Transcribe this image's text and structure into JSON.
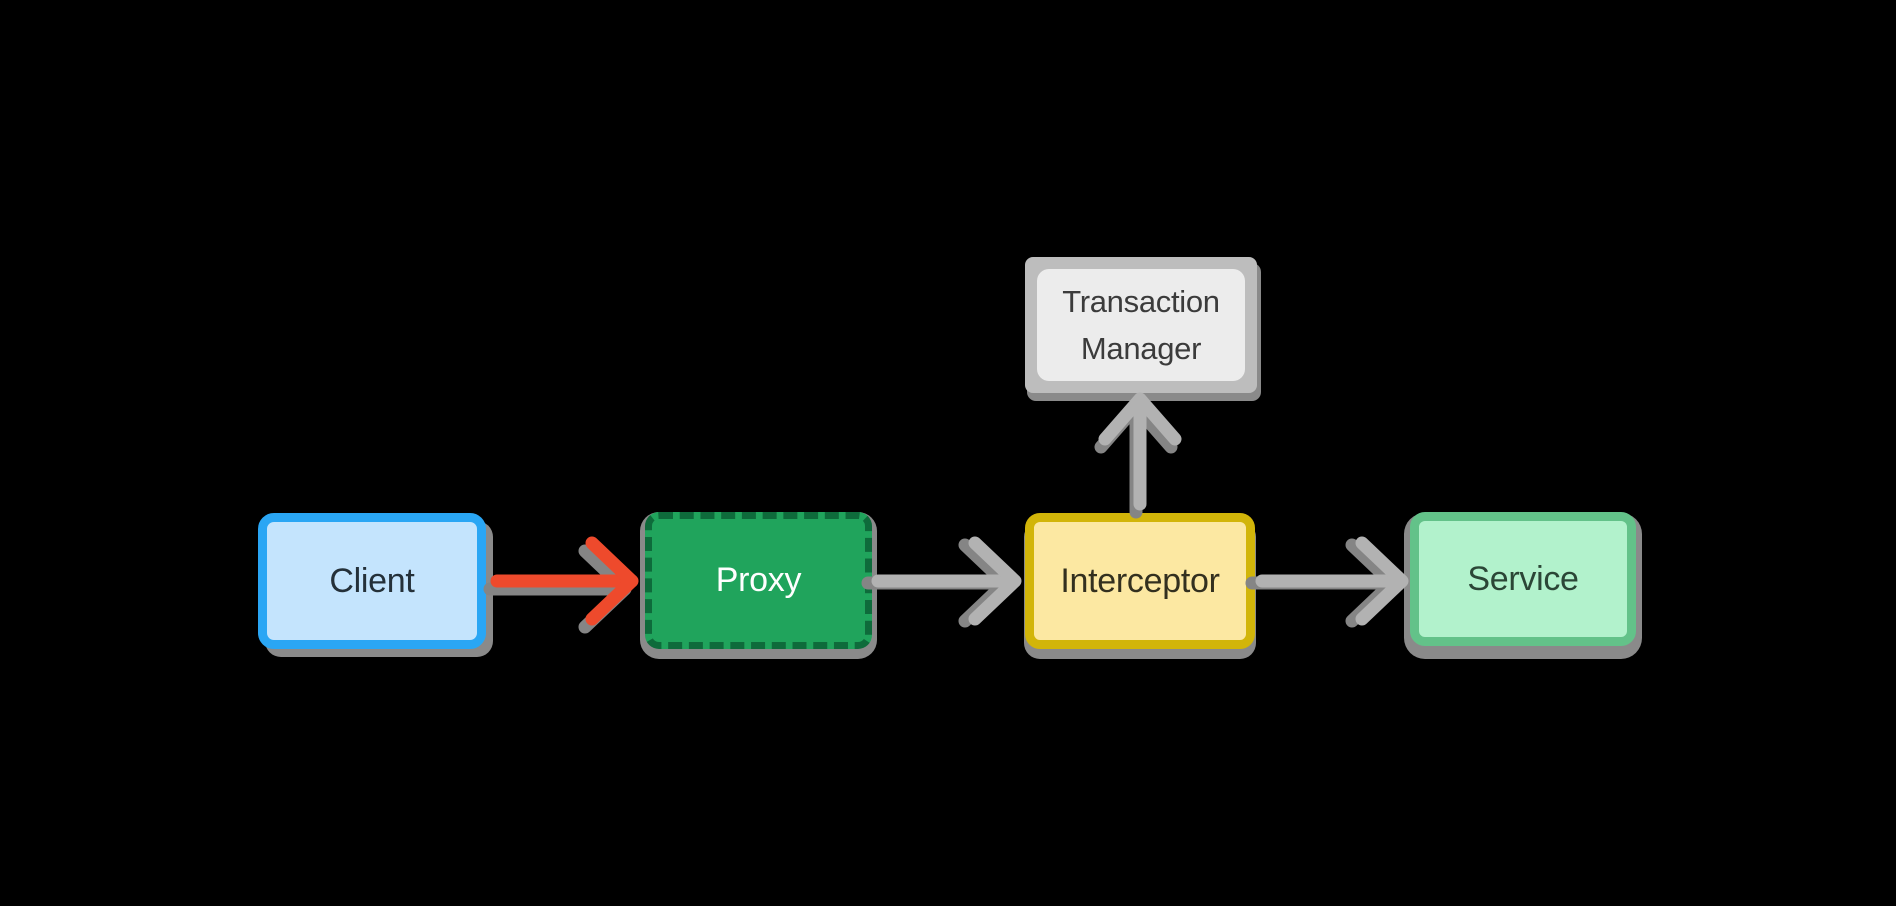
{
  "diagram": {
    "description": "Proxy interception flow diagram on black background",
    "background_color": "#000000",
    "shadow_color": "#8A8A8A",
    "nodes": [
      {
        "id": "client",
        "label": "Client",
        "fill": "#C4E4FD",
        "border_color": "#2AA6F4",
        "border_style": "solid",
        "text_color": "#243039"
      },
      {
        "id": "proxy",
        "label": "Proxy",
        "fill": "#20A45C",
        "border_color": "#0E6B3B",
        "border_style": "dashed",
        "text_color": "#FFFFFF"
      },
      {
        "id": "interceptor",
        "label": "Interceptor",
        "fill": "#FCE8A2",
        "border_color": "#D2B509",
        "border_style": "solid",
        "text_color": "#33301F"
      },
      {
        "id": "service",
        "label": "Service",
        "fill": "#B2F2CC",
        "border_color": "#63C289",
        "border_style": "solid",
        "text_color": "#2B4636"
      },
      {
        "id": "transaction-manager",
        "label": "Transaction Manager",
        "label_lines": [
          "Transaction",
          "Manager"
        ],
        "fill": "#ECECEC",
        "border_color": "#BDBDBD",
        "border_style": "solid",
        "text_color": "#3B3B3B"
      }
    ],
    "edges": [
      {
        "from": "client",
        "to": "proxy",
        "direction": "right",
        "color": "#EE4A2C"
      },
      {
        "from": "proxy",
        "to": "interceptor",
        "direction": "right",
        "color": "#B2B2B2"
      },
      {
        "from": "interceptor",
        "to": "service",
        "direction": "right",
        "color": "#B2B2B2"
      },
      {
        "from": "interceptor",
        "to": "transaction-manager",
        "direction": "up",
        "color": "#B2B2B2"
      }
    ]
  }
}
